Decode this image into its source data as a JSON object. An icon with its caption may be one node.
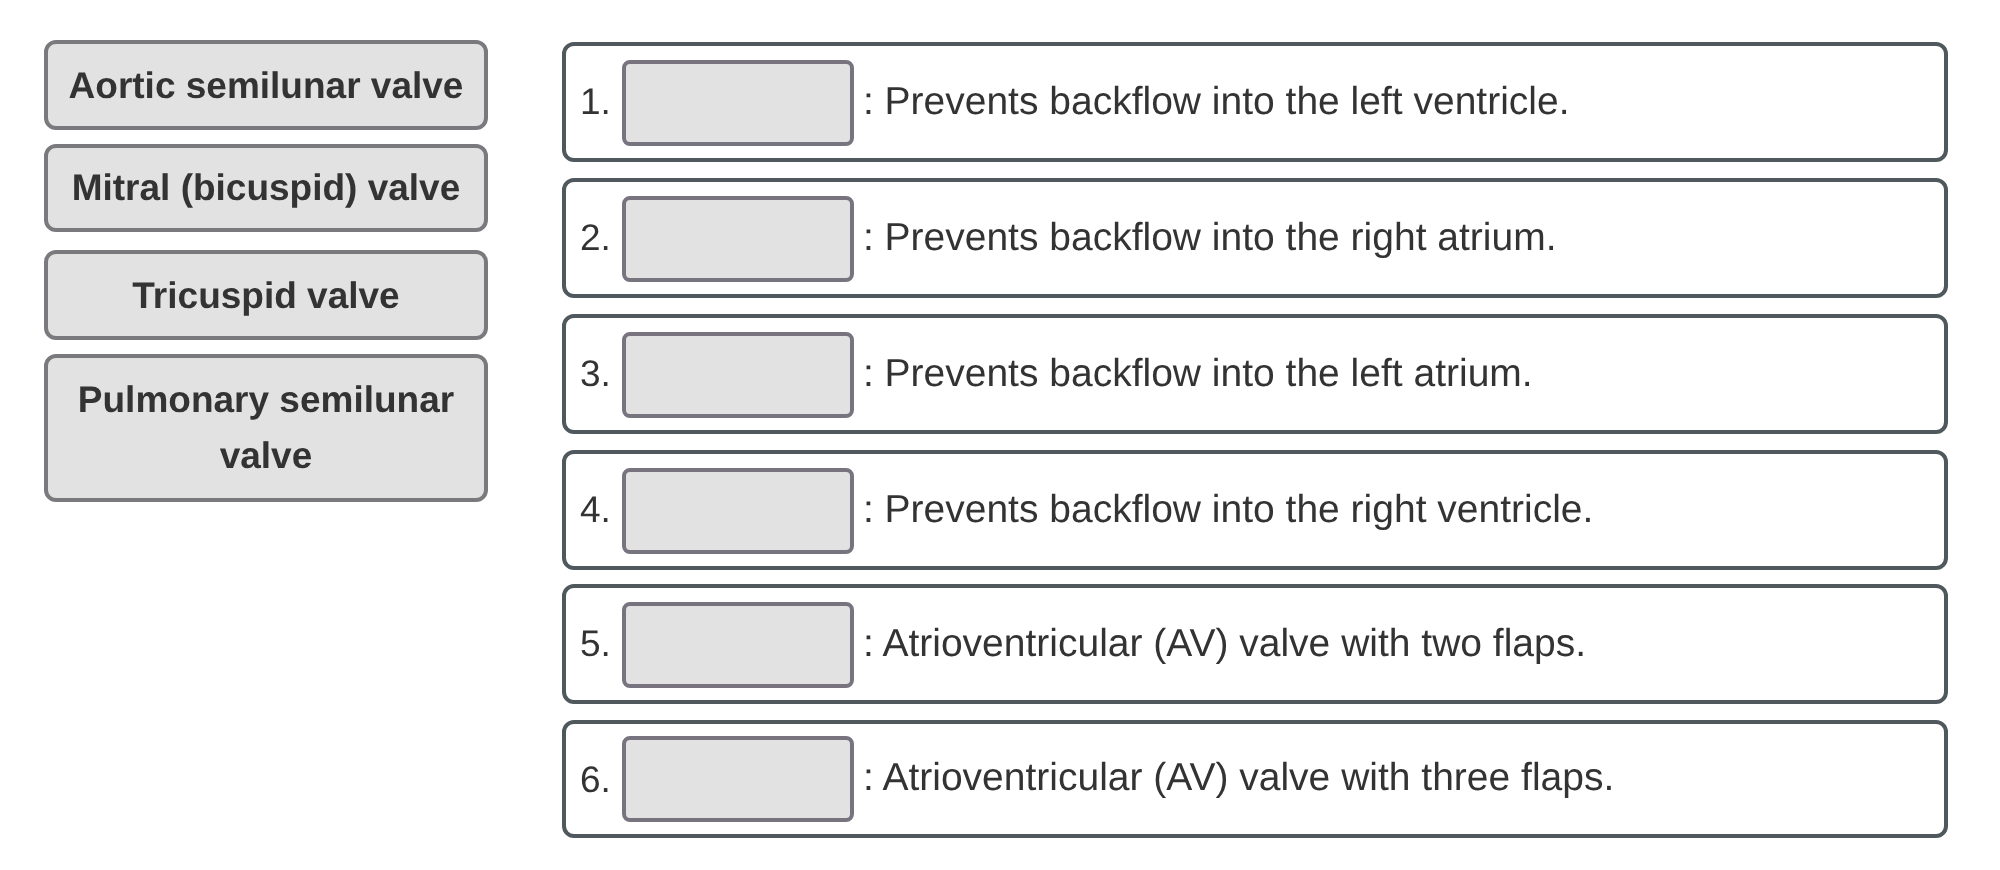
{
  "diagram": {
    "nodes": [
      {
        "text": [
          "Aortic semilunar valve"
        ]
      },
      {
        "text": [
          "Mitral (bicuspid) valve"
        ]
      },
      {
        "text": [
          "Tricuspid valve"
        ]
      },
      {
        "text": [
          "Pulmonary semilunar valve"
        ]
      },
      {
        "text": [
          "1.",
          ": Prevents backflow into the left ventricle."
        ]
      },
      {
        "text": [],
        "shape": "box",
        "in": 4
      },
      {
        "text": [
          "2.",
          ": Prevents backflow into the right atrium."
        ]
      },
      {
        "text": [],
        "shape": "box",
        "in": 6
      },
      {
        "text": [
          "3.",
          ": Prevents backflow into the left atrium."
        ]
      },
      {
        "text": [],
        "shape": "box",
        "in": 8
      },
      {
        "text": [
          "4.",
          ": Prevents backflow into the right ventricle."
        ]
      },
      {
        "text": [],
        "shape": "box",
        "in": 10
      },
      {
        "text": [
          "5.",
          ": Atrioventricular (AV) valve with two flaps."
        ]
      },
      {
        "text": [],
        "shape": "box",
        "in": 12
      },
      {
        "text": [
          "6.",
          ": Atrioventricular (AV) valve with three flaps."
        ]
      },
      {
        "text": [],
        "shape": "box",
        "in": 14
      }
    ]
  }
}
